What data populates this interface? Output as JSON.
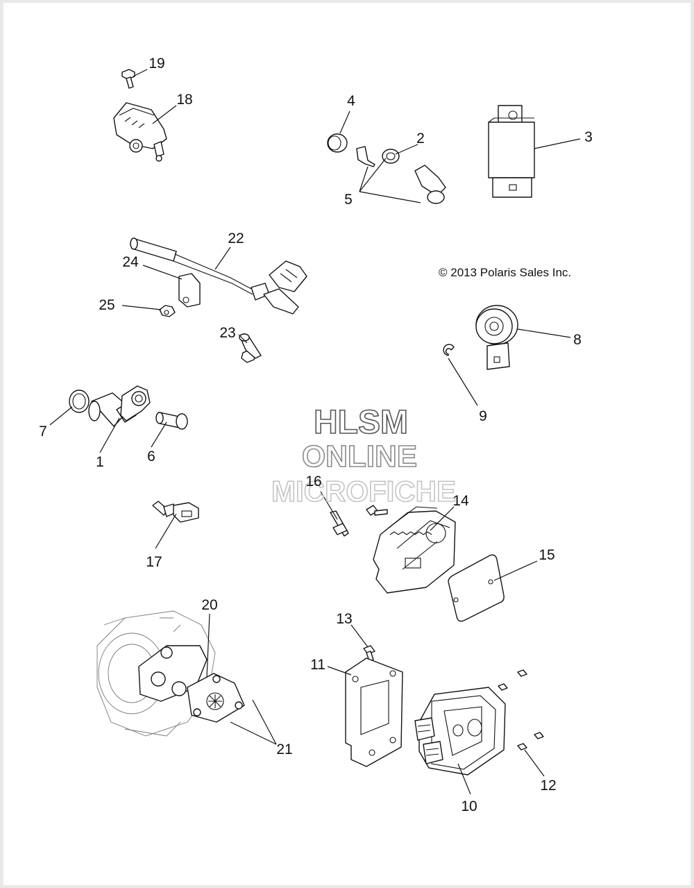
{
  "copyright": "© 2013 Polaris Sales Inc.",
  "watermark": {
    "line1": "HLSM",
    "line2": "ONLINE",
    "line3": "MICROFICHE"
  },
  "callouts": [
    "1",
    "2",
    "3",
    "4",
    "5",
    "6",
    "7",
    "8",
    "9",
    "10",
    "11",
    "12",
    "13",
    "14",
    "15",
    "16",
    "17",
    "18",
    "19",
    "20",
    "21",
    "22",
    "23",
    "24",
    "25"
  ]
}
